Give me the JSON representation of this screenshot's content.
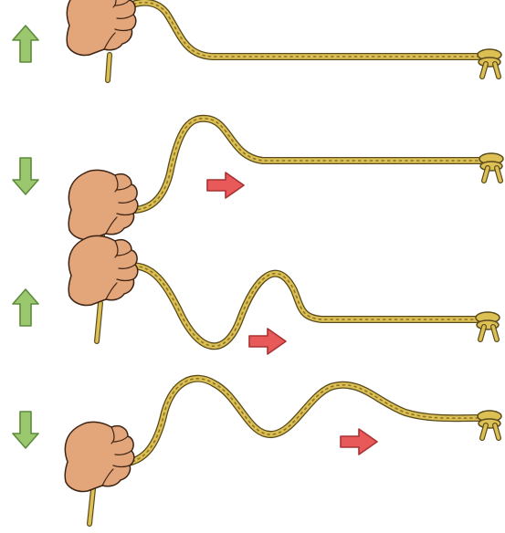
{
  "rows": [
    {
      "hand_motion": "up",
      "hand_position": "high",
      "shows_propagation_arrow": false,
      "colors": {
        "motion_arrow": "#9bc86f",
        "motion_arrow_stroke": "#5d8a3b",
        "propagation_arrow": "#e85a5a",
        "propagation_arrow_stroke": "#a93333"
      }
    },
    {
      "hand_motion": "down",
      "hand_position": "low",
      "shows_propagation_arrow": true,
      "colors": {
        "motion_arrow": "#9bc86f",
        "motion_arrow_stroke": "#5d8a3b",
        "propagation_arrow": "#e85a5a",
        "propagation_arrow_stroke": "#a93333"
      }
    },
    {
      "hand_motion": "up",
      "hand_position": "high",
      "shows_propagation_arrow": true,
      "colors": {
        "motion_arrow": "#9bc86f",
        "motion_arrow_stroke": "#5d8a3b",
        "propagation_arrow": "#e85a5a",
        "propagation_arrow_stroke": "#a93333"
      }
    },
    {
      "hand_motion": "down",
      "hand_position": "low",
      "shows_propagation_arrow": true,
      "colors": {
        "motion_arrow": "#9bc86f",
        "motion_arrow_stroke": "#5d8a3b",
        "propagation_arrow": "#e85a5a",
        "propagation_arrow_stroke": "#a93333"
      }
    }
  ],
  "icons": {
    "motion_arrow_up": "arrow-up-icon",
    "motion_arrow_down": "arrow-down-icon",
    "propagation_arrow": "arrow-right-icon",
    "hand": "hand-icon",
    "post": "post-icon"
  }
}
